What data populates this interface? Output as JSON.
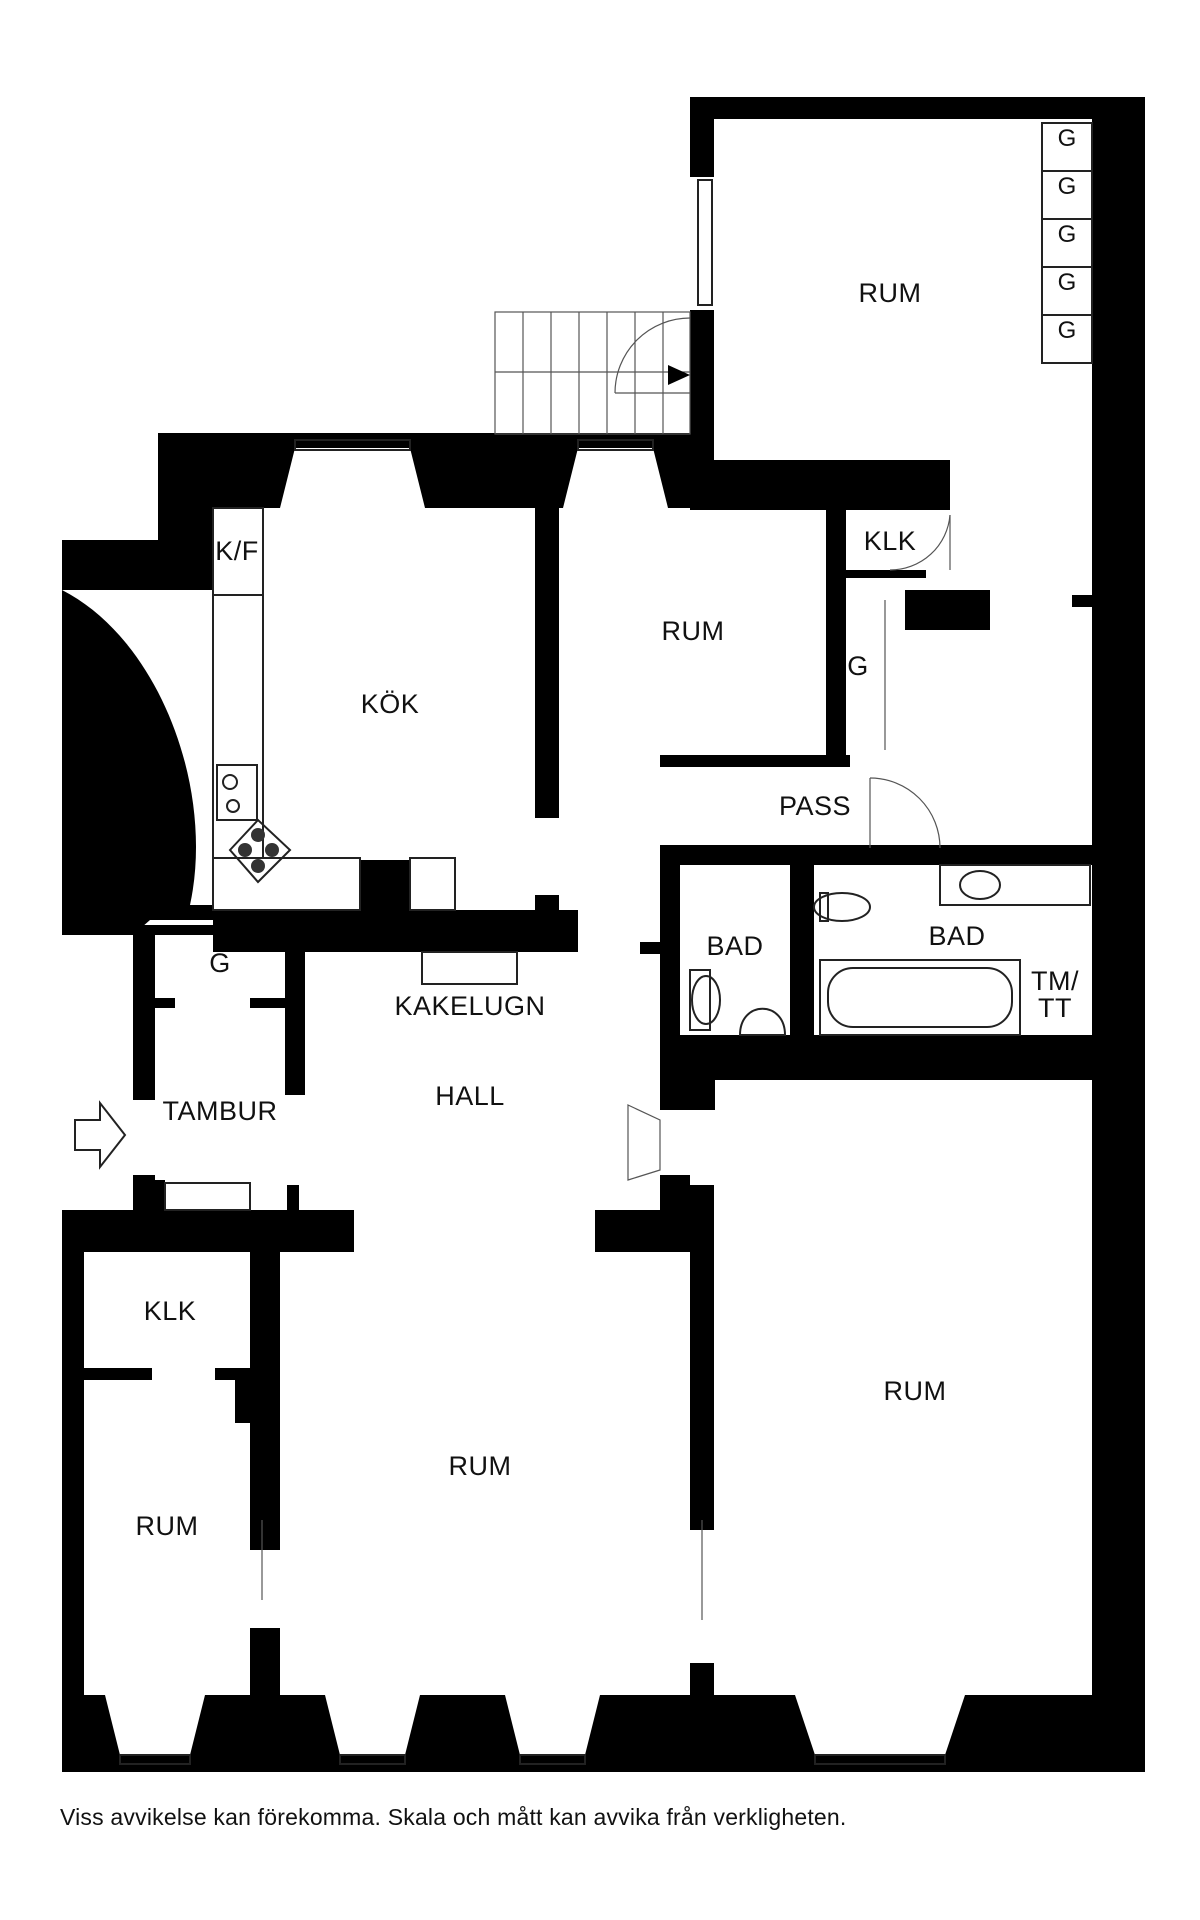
{
  "rooms": {
    "rum_top_right": "RUM",
    "klk_top": "KLK",
    "g_closet_mid": "G",
    "rum_center_top": "RUM",
    "kok": "KÖK",
    "kf": "K/F",
    "pass": "PASS",
    "bad_small": "BAD",
    "bad_large": "BAD",
    "tmtt_1": "TM/",
    "tmtt_2": "TT",
    "g_entry": "G",
    "kakelugn": "KAKELUGN",
    "hall": "HALL",
    "tambur": "TAMBUR",
    "klk_bottom_left": "KLK",
    "rum_bottom_left": "RUM",
    "rum_bottom_center": "RUM",
    "rum_bottom_right": "RUM"
  },
  "wardrobes": [
    "G",
    "G",
    "G",
    "G",
    "G"
  ],
  "disclaimer": "Viss avvikelse kan förekomma. Skala och mått kan avvika från verkligheten."
}
